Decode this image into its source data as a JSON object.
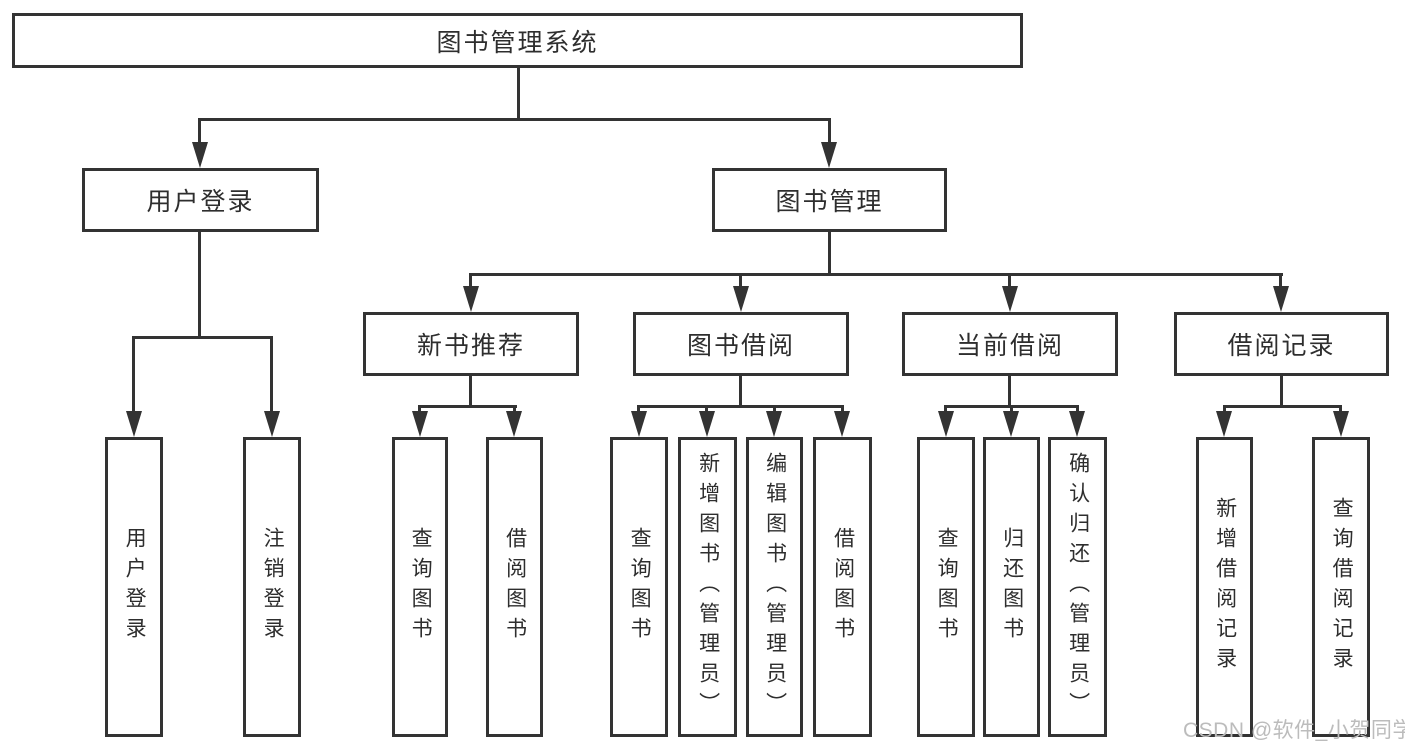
{
  "tree": {
    "root": {
      "label": "图书管理系统",
      "children": [
        {
          "label": "用户登录",
          "children": [
            {
              "label": "用户登录"
            },
            {
              "label": "注销登录"
            }
          ]
        },
        {
          "label": "图书管理",
          "children": [
            {
              "label": "新书推荐",
              "children": [
                {
                  "label": "查询图书"
                },
                {
                  "label": "借阅图书"
                }
              ]
            },
            {
              "label": "图书借阅",
              "children": [
                {
                  "label": "查询图书"
                },
                {
                  "label": "新增图书（管理员）"
                },
                {
                  "label": "编辑图书（管理员）"
                },
                {
                  "label": "借阅图书"
                }
              ]
            },
            {
              "label": "当前借阅",
              "children": [
                {
                  "label": "查询图书"
                },
                {
                  "label": "归还图书"
                },
                {
                  "label": "确认归还（管理员）"
                }
              ]
            },
            {
              "label": "借阅记录",
              "children": [
                {
                  "label": "新增借阅记录"
                },
                {
                  "label": "查询借阅记录"
                }
              ]
            }
          ]
        }
      ]
    }
  },
  "watermark": {
    "text": "CSDN @软件_小贺同学"
  },
  "colors": {
    "line": "#333333",
    "border": "#333333",
    "fill": "#ffffff",
    "text": "#2e2e2e",
    "watermark": "#bcbcbc",
    "bg": "#ffffff"
  }
}
